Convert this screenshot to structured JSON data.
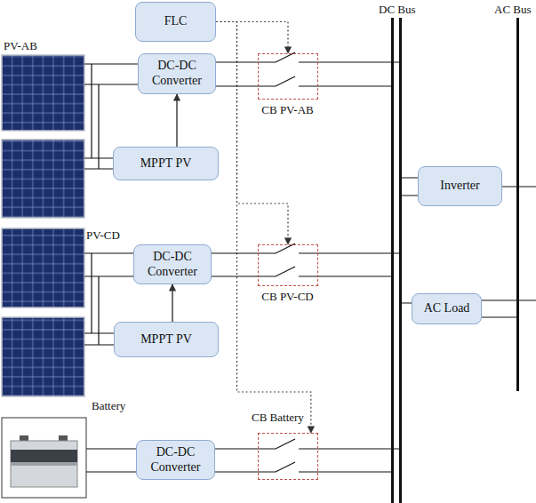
{
  "diagram": {
    "nodes": [
      {
        "text": [
          "FLC"
        ]
      },
      {
        "text": [
          "DC-DC Converter"
        ]
      },
      {
        "text": [
          "MPPT PV"
        ]
      },
      {
        "text": [
          "CB PV-AB"
        ]
      },
      {
        "text": [
          "DC-DC Converter"
        ]
      },
      {
        "text": [
          "MPPT PV"
        ]
      },
      {
        "text": [
          "CB PV-CD"
        ]
      },
      {
        "text": [
          "DC-DC Converter"
        ]
      },
      {
        "text": [
          "CB Battery"
        ]
      },
      {
        "text": [
          "Inverter"
        ]
      },
      {
        "text": [
          "AC Load"
        ]
      }
    ],
    "edges": [
      {
        "from": 0,
        "to": 3,
        "arrow": "to"
      },
      {
        "from": 0,
        "to": 6,
        "arrow": "to"
      },
      {
        "from": 0,
        "to": 8,
        "arrow": "to"
      },
      {
        "from": 2,
        "to": 1,
        "arrow": "to"
      },
      {
        "from": 5,
        "to": 4,
        "arrow": "to"
      },
      {
        "from": 1,
        "to": 3,
        "arrow": "none"
      },
      {
        "from": 4,
        "to": 6,
        "arrow": "none"
      },
      {
        "from": 7,
        "to": 8,
        "arrow": "none"
      }
    ],
    "labels": [
      "PV-AB",
      "PV-CD",
      "Battery",
      "DC Bus",
      "AC Bus"
    ]
  }
}
